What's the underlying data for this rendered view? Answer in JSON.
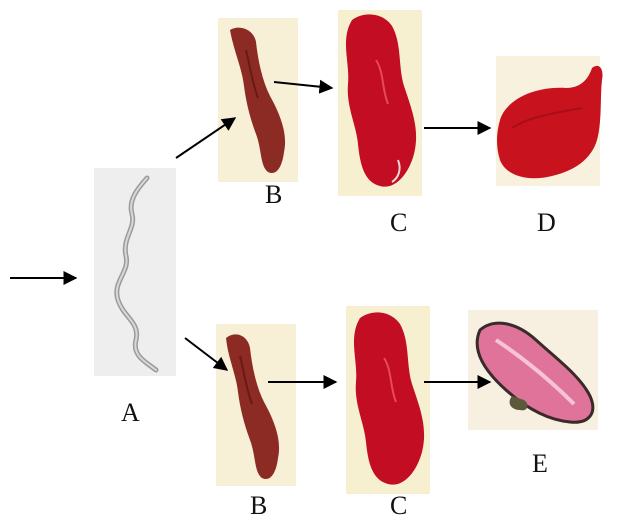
{
  "labels": {
    "a": "A",
    "b": "B",
    "c": "C",
    "d": "D",
    "e": "E"
  },
  "colors": {
    "background": "#ffffff",
    "arrow": "#000000",
    "stage_a_body": "#8f8f8f",
    "stage_a_panel": "#eeeeee",
    "stage_b_body": "#8c2a24",
    "stage_b_panel": "#f7efd6",
    "stage_c_body": "#c20d22",
    "stage_c_panel": "#f6efd0",
    "stage_d_body": "#c8121e",
    "stage_d_panel": "#f8f1de",
    "stage_e_body": "#e0739a",
    "stage_e_outline": "#3a2a2a",
    "stage_e_panel": "#f7f0e0"
  }
}
